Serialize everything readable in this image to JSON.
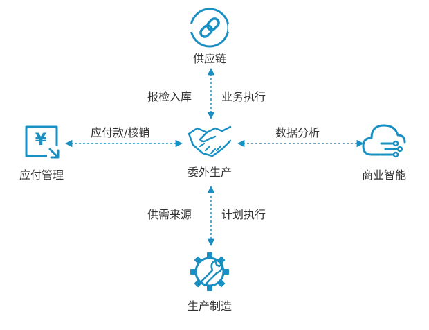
{
  "colors": {
    "accent": "#1a8fc2",
    "text": "#333333"
  },
  "nodes": {
    "top": {
      "label": "供应链",
      "icon": "link-chain-icon"
    },
    "center": {
      "label": "委外生产",
      "icon": "handshake-icon"
    },
    "left": {
      "label": "应付管理",
      "icon": "yen-document-icon"
    },
    "right": {
      "label": "商业智能",
      "icon": "cloud-data-icon"
    },
    "bottom": {
      "label": "生产制造",
      "icon": "gear-wrench-icon"
    }
  },
  "edges": {
    "top_left_label": "报检入库",
    "top_right_label": "业务执行",
    "left_label": "应付款/核销",
    "right_label": "数据分析",
    "bottom_left_label": "供需来源",
    "bottom_right_label": "计划执行"
  }
}
